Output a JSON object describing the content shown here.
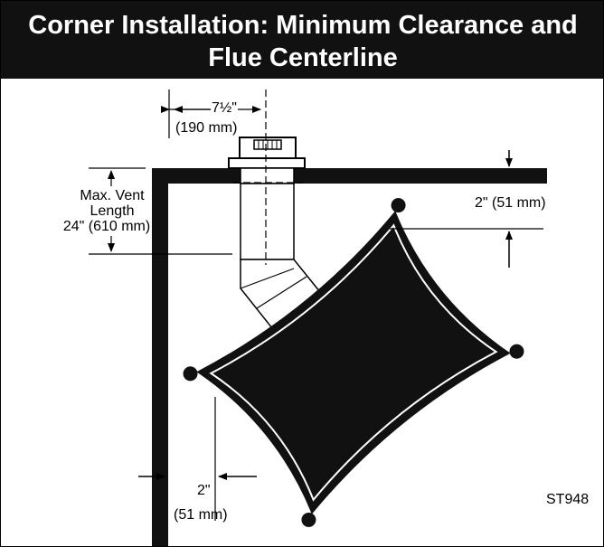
{
  "title": {
    "line1": "Corner Installation: Minimum Clearance and",
    "line2": "Flue Centerline"
  },
  "labels": {
    "flue_offset": "7½\"",
    "flue_offset_metric": "(190 mm)",
    "vent_length_1": "Max. Vent",
    "vent_length_2": "Length",
    "vent_length_3": "24\" (610 mm)",
    "clearance_top": "2\" (51 mm)",
    "clearance_left_1": "2\"",
    "clearance_left_2": "(51 mm)",
    "figure_code": "ST948"
  },
  "colors": {
    "header_bg": "#111111",
    "header_text": "#ffffff",
    "wall": "#111111",
    "stove": "#111111"
  }
}
